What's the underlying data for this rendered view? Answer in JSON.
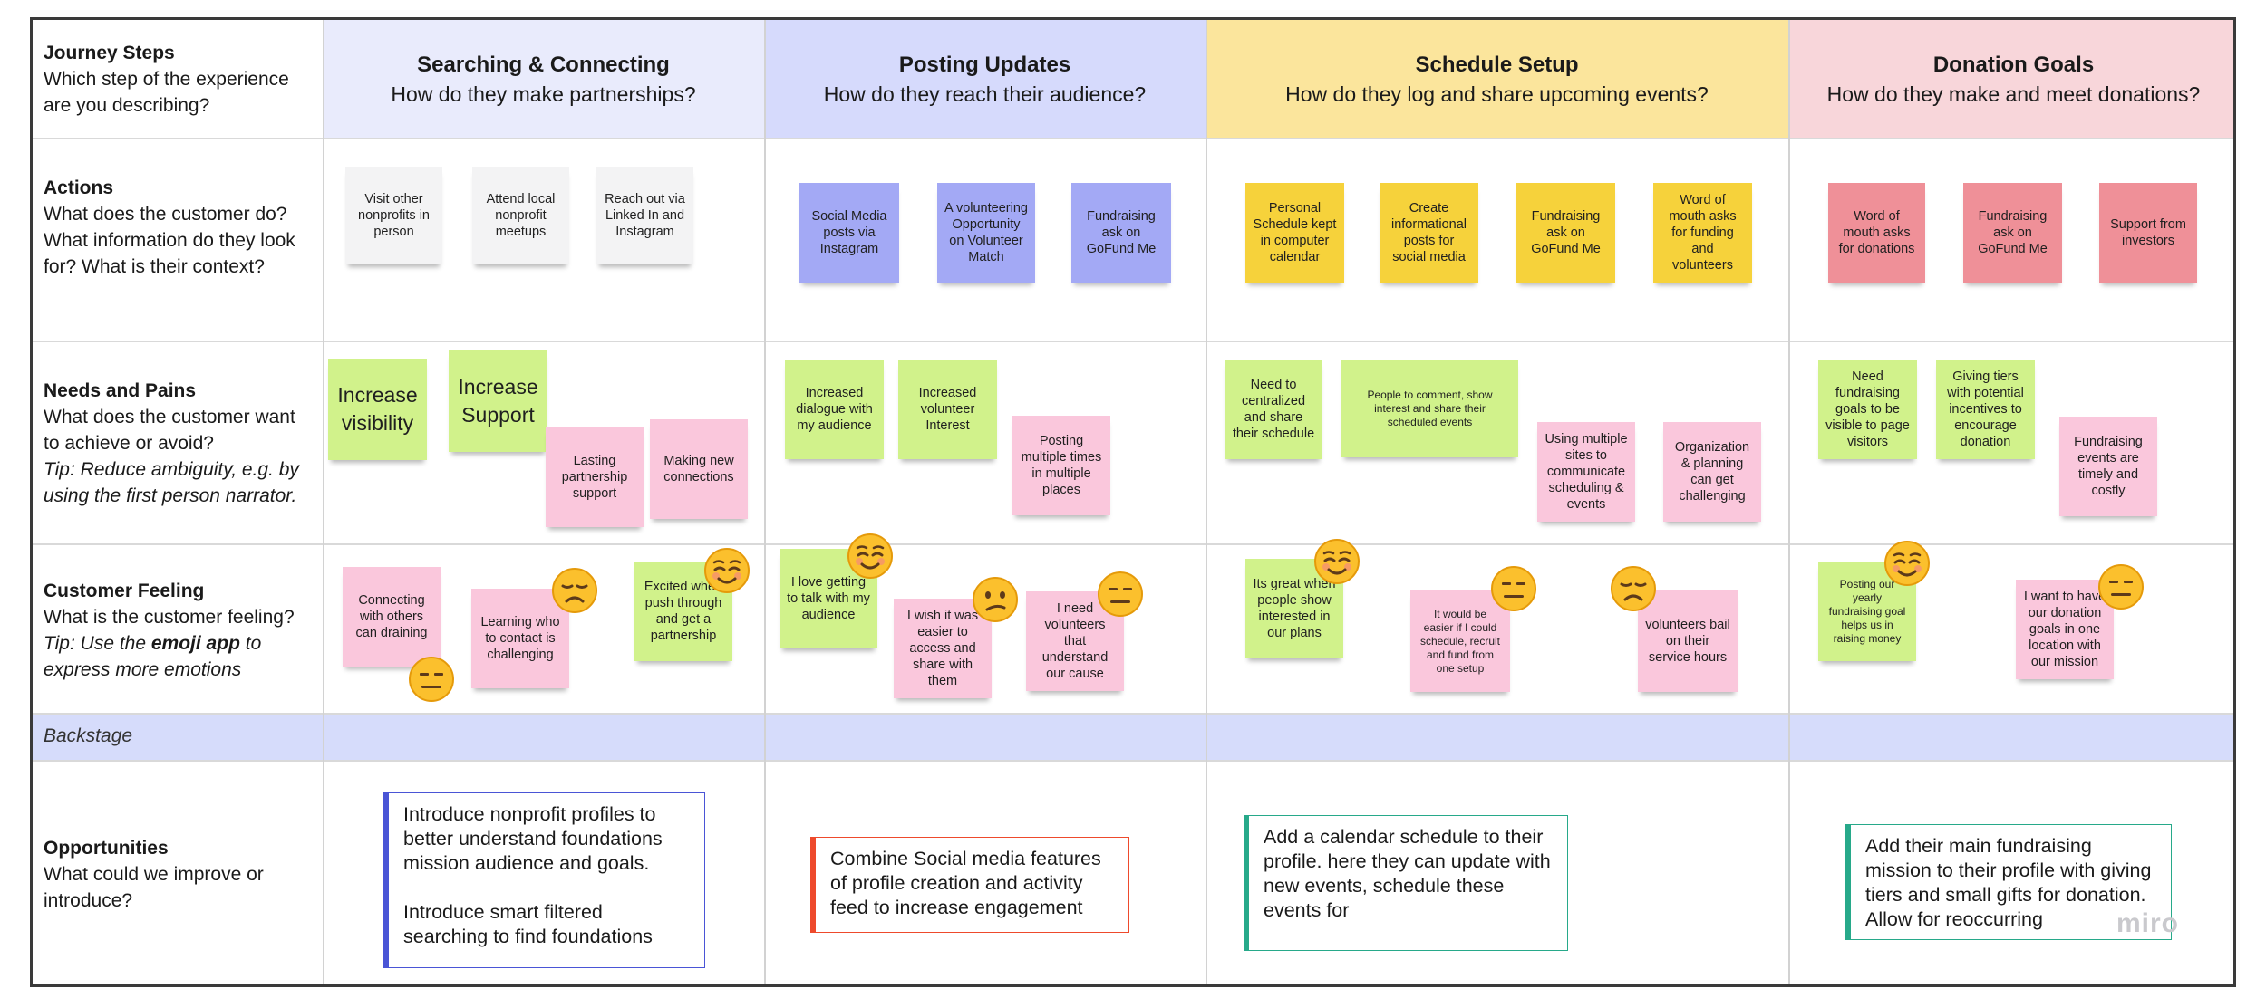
{
  "colors": {
    "col1_header": "#e9ebfc",
    "col2_header": "#d6dafc",
    "col3_header": "#fbe59c",
    "col4_header": "#f8d6da",
    "backstage": "#d6dcfb"
  },
  "rows": {
    "journey": {
      "title": "Journey Steps",
      "desc": "Which step of the experience are you describing?"
    },
    "actions": {
      "title": "Actions",
      "desc": "What does the customer do? What information do they look for? What is their context?"
    },
    "needs": {
      "title": "Needs and Pains",
      "desc": "What does the customer want to achieve or avoid?",
      "tip": "Tip: Reduce ambiguity, e.g. by using the first person narrator."
    },
    "feeling": {
      "title": "Customer Feeling",
      "desc": "What is the customer feeling?",
      "tip_pre": "Tip: Use the ",
      "tip_bold": "emoji app",
      "tip_post": " to express more emotions"
    },
    "backstage": {
      "title": "Backstage"
    },
    "opportunities": {
      "title": "Opportunities",
      "desc": "What could we improve or introduce?"
    }
  },
  "columns": [
    {
      "title": "Searching & Connecting",
      "question": "How do they make partnerships?"
    },
    {
      "title": "Posting Updates",
      "question": "How do they reach their audience?"
    },
    {
      "title": "Schedule Setup",
      "question": "How do they log and share upcoming events?"
    },
    {
      "title": "Donation Goals",
      "question": "How do they make and meet donations?"
    }
  ],
  "notes": {
    "a1": "Visit other nonprofits in person",
    "a2": "Attend local nonprofit meetups",
    "a3": "Reach out via Linked In and Instagram",
    "a4": "Social Media posts via Instagram",
    "a5": "A volunteering Opportunity on Volunteer Match",
    "a6": "Fundraising ask on GoFund Me",
    "a7": "Personal Schedule kept in computer calendar",
    "a8": "Create informational posts for social media",
    "a9": "Fundraising ask on GoFund Me",
    "a10": "Word of mouth asks for funding and volunteers",
    "a11": "Word of mouth asks for donations",
    "a12": "Fundraising ask on GoFund Me",
    "a13": "Support from investors",
    "n1": "Increase visibility",
    "n2": "Increase Support",
    "n3": "Lasting partnership support",
    "n4": "Making new connections",
    "n5": "Increased dialogue with my audience",
    "n6": "Increased volunteer Interest",
    "n7": "Posting multiple times in multiple places",
    "n8": "Need to centralized and share their schedule",
    "n9": "People to comment, show interest and share their scheduled events",
    "n10": "Using multiple sites to communicate scheduling & events",
    "n11": "Organization & planning can get challenging",
    "n12": "Need fundraising goals to be visible to page visitors",
    "n13": "Giving tiers with potential incentives to encourage donation",
    "n14": "Fundraising events are timely and costly",
    "f1": "Connecting with others can draining",
    "f2": "Learning who to contact is challenging",
    "f3": "Excited when push through and get a partnership",
    "f4": "I love getting to talk with my audience",
    "f5": "I wish it was easier to access and share with them",
    "f6": "I need volunteers that understand our cause",
    "f7": "Its great when people show interested in our plans",
    "f8": "It would be easier if I could schedule, recruit and fund from one setup",
    "f9": "volunteers bail on their service hours",
    "f10": "Posting our yearly fundraising goal helps us in raising money",
    "f11": "I want to have our donation goals in one location with our mission"
  },
  "opportunities": [
    {
      "p1": "Introduce nonprofit profiles to better understand foundations mission audience and goals.",
      "p2": "Introduce smart filtered searching to find foundations",
      "border": "#4a55d6"
    },
    {
      "p1": "Combine Social media features of profile creation and activity feed to increase engagement",
      "border": "#ee4a2c"
    },
    {
      "p1": "Add a calendar schedule to their profile. here they can update with new events, schedule these events for",
      "border": "#27a98a"
    },
    {
      "p1": "Add their main fundraising mission to their profile with giving tiers and small gifts for donation. Allow for reoccurring",
      "border": "#27a98a"
    }
  ],
  "emojis": {
    "e1": "neutral-face-icon",
    "e2": "sad-face-icon",
    "e3": "smiling-face-icon",
    "e4": "smiling-face-icon",
    "e5": "confused-face-icon",
    "e6": "neutral-face-icon",
    "e7": "smiling-face-icon",
    "e8": "neutral-face-icon",
    "e9": "sad-face-icon",
    "e10": "smiling-face-icon",
    "e11": "neutral-face-icon"
  },
  "watermark": "miro"
}
